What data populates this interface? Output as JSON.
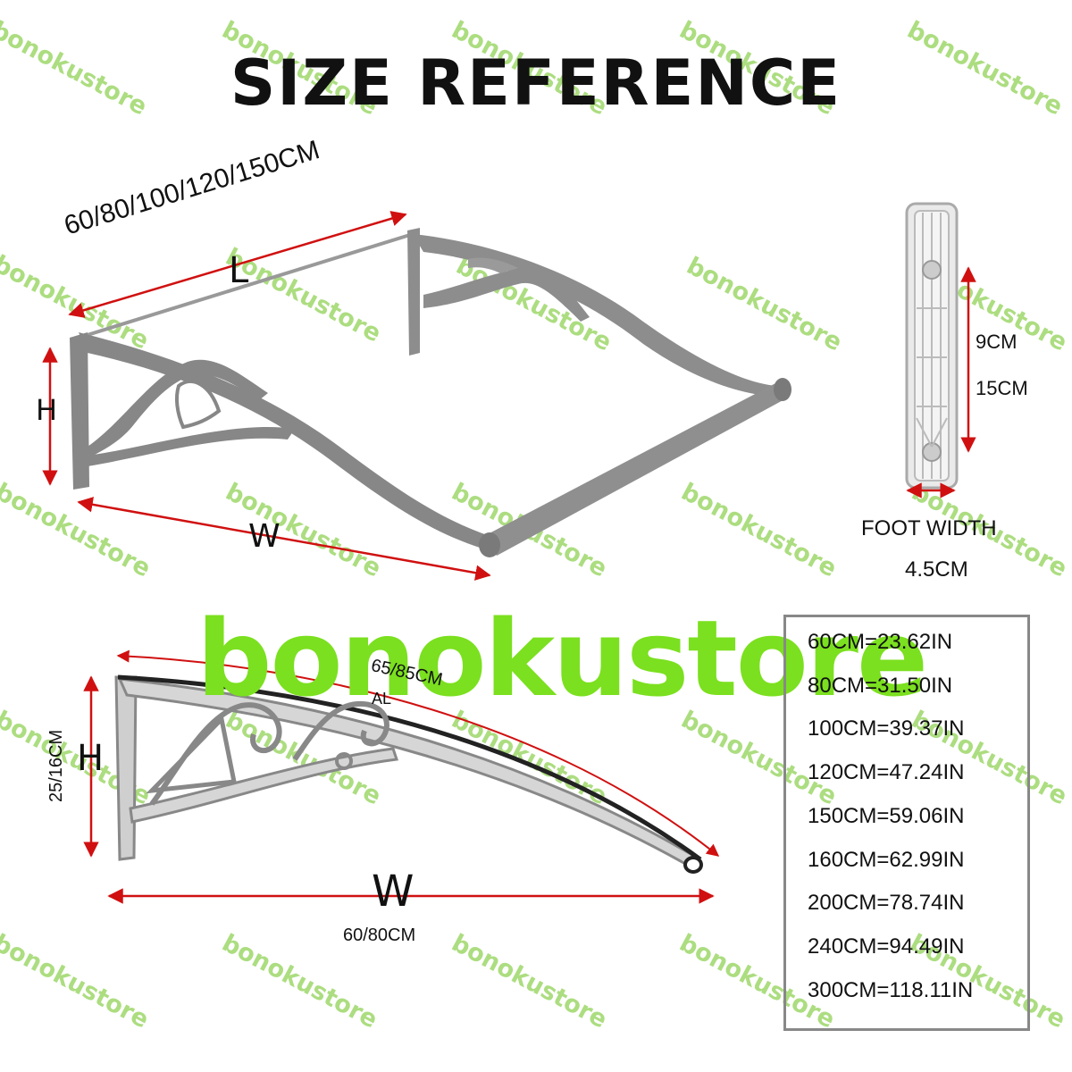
{
  "title": "SIZE REFERENCE",
  "top_diagram": {
    "length_values": "60/80/100/120/150CM",
    "length_label": "L",
    "height_label": "H",
    "width_label": "W"
  },
  "foot": {
    "dim_a": "9CM",
    "dim_b": "15CM",
    "width_caption": "FOOT WIDTH",
    "width_value": "4.5CM"
  },
  "bracket_diagram": {
    "arc_length": "65/85CM",
    "material": "AL",
    "height_values": "25/16CM",
    "height_label": "H",
    "width_label": "W",
    "width_values": "60/80CM"
  },
  "conversions": [
    "60CM=23.62IN",
    "80CM=31.50IN",
    "100CM=39.37IN",
    "120CM=47.24IN",
    "150CM=59.06IN",
    "160CM=62.99IN",
    "200CM=78.74IN",
    "240CM=94.49IN",
    "300CM=118.11IN"
  ],
  "watermark": "bonokustore",
  "colors": {
    "arrow": "#d01010",
    "frame": "#8a8a8a",
    "watermark": "#7be01f"
  }
}
